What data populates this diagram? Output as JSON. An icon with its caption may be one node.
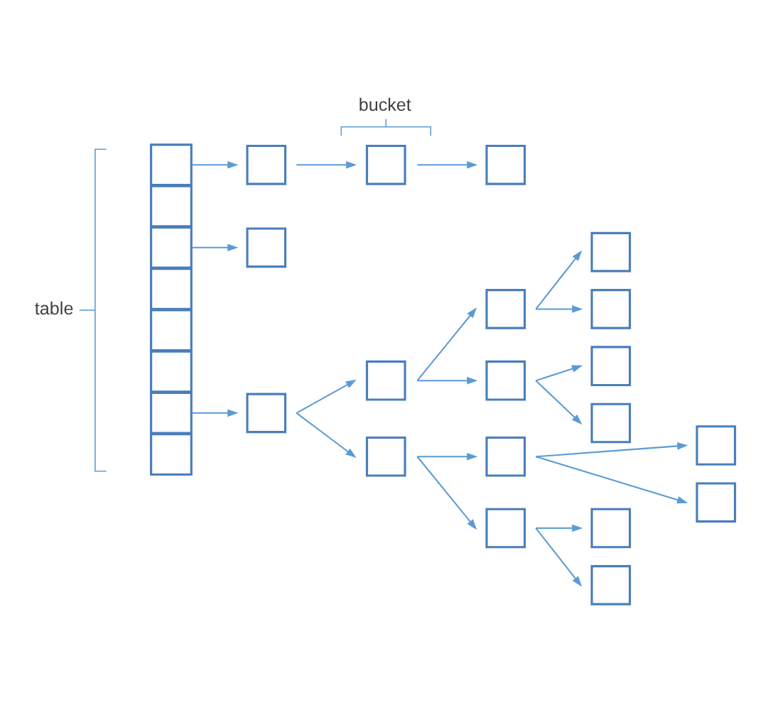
{
  "diagram": {
    "nodes": [
      {
        "text": [],
        "shape": "box"
      },
      {
        "text": [],
        "shape": "box"
      },
      {
        "text": [],
        "shape": "box"
      },
      {
        "text": [],
        "shape": "box"
      },
      {
        "text": [],
        "shape": "box"
      },
      {
        "text": [],
        "shape": "box"
      },
      {
        "text": [],
        "shape": "box"
      },
      {
        "text": [],
        "shape": "box"
      },
      {
        "text": [],
        "shape": "box"
      },
      {
        "text": [],
        "shape": "box"
      },
      {
        "text": [],
        "shape": "box"
      },
      {
        "text": [],
        "shape": "box"
      },
      {
        "text": [],
        "shape": "box"
      },
      {
        "text": [],
        "shape": "box"
      },
      {
        "text": [],
        "shape": "box"
      },
      {
        "text": [],
        "shape": "box"
      },
      {
        "text": [],
        "shape": "box"
      },
      {
        "text": [],
        "shape": "box"
      },
      {
        "text": [],
        "shape": "box"
      },
      {
        "text": [],
        "shape": "box"
      },
      {
        "text": [],
        "shape": "box"
      },
      {
        "text": [],
        "shape": "box"
      },
      {
        "text": [],
        "shape": "box"
      },
      {
        "text": [],
        "shape": "box"
      },
      {
        "text": [],
        "shape": "box"
      },
      {
        "text": [],
        "shape": "box"
      },
      {
        "text": [],
        "shape": "box"
      }
    ],
    "edges": [
      {
        "from": 0,
        "to": 8,
        "arrow": "to"
      },
      {
        "from": 8,
        "to": 9,
        "arrow": "to"
      },
      {
        "from": 9,
        "to": 10,
        "arrow": "to"
      },
      {
        "from": 2,
        "to": 11,
        "arrow": "to"
      },
      {
        "from": 6,
        "to": 12,
        "arrow": "to"
      },
      {
        "from": 12,
        "to": 13,
        "arrow": "to"
      },
      {
        "from": 12,
        "to": 14,
        "arrow": "to"
      },
      {
        "from": 13,
        "to": 15,
        "arrow": "to"
      },
      {
        "from": 13,
        "to": 16,
        "arrow": "to"
      },
      {
        "from": 15,
        "to": 19,
        "arrow": "to"
      },
      {
        "from": 15,
        "to": 20,
        "arrow": "to"
      },
      {
        "from": 16,
        "to": 21,
        "arrow": "to"
      },
      {
        "from": 16,
        "to": 22,
        "arrow": "to"
      },
      {
        "from": 14,
        "to": 17,
        "arrow": "to"
      },
      {
        "from": 14,
        "to": 18,
        "arrow": "to"
      },
      {
        "from": 17,
        "to": 23,
        "arrow": "to"
      },
      {
        "from": 17,
        "to": 24,
        "arrow": "to"
      },
      {
        "from": 18,
        "to": 25,
        "arrow": "to"
      },
      {
        "from": 18,
        "to": 26,
        "arrow": "to"
      }
    ],
    "labels": [
      "bucket",
      "table"
    ]
  }
}
